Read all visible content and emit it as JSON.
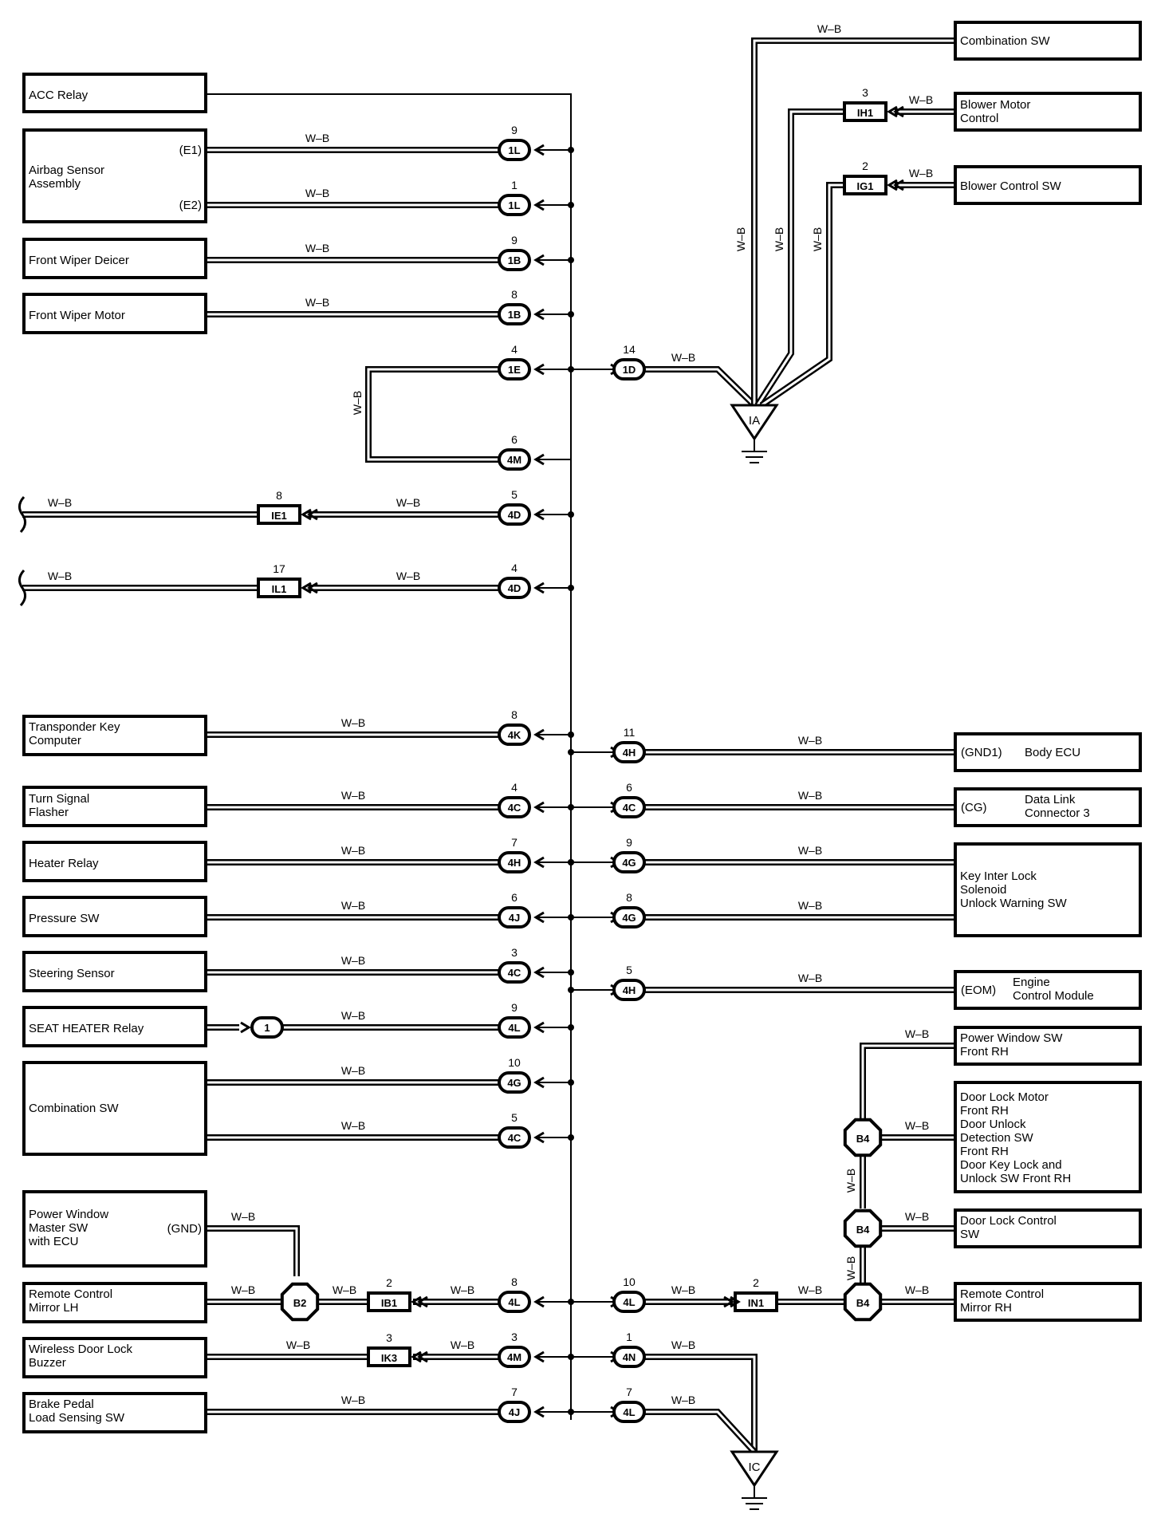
{
  "wire_color": "W–B",
  "boxes": [
    {
      "id": "acc_relay",
      "lines": [
        "ACC Relay"
      ]
    },
    {
      "id": "airbag",
      "lines": [
        "Airbag Sensor",
        "Assembly"
      ]
    },
    {
      "id": "fw_deicer",
      "lines": [
        "Front Wiper Deicer"
      ]
    },
    {
      "id": "fw_motor",
      "lines": [
        "Front Wiper Motor"
      ]
    },
    {
      "id": "transponder",
      "lines": [
        "Transponder Key",
        "Computer"
      ]
    },
    {
      "id": "turn_signal",
      "lines": [
        "Turn Signal",
        "Flasher"
      ]
    },
    {
      "id": "heater_relay",
      "lines": [
        "Heater Relay"
      ]
    },
    {
      "id": "pressure_sw",
      "lines": [
        "Pressure SW"
      ]
    },
    {
      "id": "steering_sensor",
      "lines": [
        "Steering Sensor"
      ]
    },
    {
      "id": "seat_heater",
      "lines": [
        "SEAT HEATER Relay"
      ]
    },
    {
      "id": "combination_left",
      "lines": [
        "Combination SW"
      ]
    },
    {
      "id": "pw_master",
      "lines": [
        "Power Window",
        "Master SW",
        "with ECU"
      ]
    },
    {
      "id": "rc_mirror_lh",
      "lines": [
        "Remote Control",
        "Mirror LH"
      ]
    },
    {
      "id": "wireless_buzzer",
      "lines": [
        "Wireless Door Lock",
        "Buzzer"
      ]
    },
    {
      "id": "brake_pedal",
      "lines": [
        "Brake Pedal",
        "Load Sensing SW"
      ]
    },
    {
      "id": "combination_right",
      "lines": [
        "Combination SW"
      ]
    },
    {
      "id": "blower_motor",
      "lines": [
        "Blower Motor",
        "Control"
      ]
    },
    {
      "id": "blower_sw",
      "lines": [
        "Blower Control SW"
      ]
    },
    {
      "id": "body_ecu",
      "lines": [
        "Body ECU"
      ]
    },
    {
      "id": "dlc3",
      "lines": [
        "Data Link",
        "Connector 3"
      ]
    },
    {
      "id": "key_interlock",
      "lines": [
        "Key Inter Lock",
        "Solenoid",
        "Unlock Warning SW"
      ]
    },
    {
      "id": "ecm",
      "lines": [
        "Engine",
        "Control Module"
      ]
    },
    {
      "id": "pw_front_rh",
      "lines": [
        "Power Window SW",
        "Front RH"
      ]
    },
    {
      "id": "door_lock_motor",
      "lines": [
        "Door Lock Motor",
        "Front RH",
        "Door Unlock",
        "Detection SW",
        "Front RH",
        "Door Key Lock and",
        "Unlock SW Front RH"
      ]
    },
    {
      "id": "door_lock_ctrl",
      "lines": [
        "Door Lock Control",
        "SW"
      ]
    },
    {
      "id": "rc_mirror_rh",
      "lines": [
        "Remote Control",
        "Mirror RH"
      ]
    }
  ],
  "pin_labels": [
    "(E1)",
    "(E2)",
    "(GND)",
    "(GND1)",
    "(CG)",
    "(EOM)"
  ],
  "connectors": [
    {
      "code": "1L",
      "pin": "9"
    },
    {
      "code": "1L",
      "pin": "1"
    },
    {
      "code": "1B",
      "pin": "9"
    },
    {
      "code": "1B",
      "pin": "8"
    },
    {
      "code": "1E",
      "pin": "4"
    },
    {
      "code": "4M",
      "pin": "6"
    },
    {
      "code": "4D",
      "pin": "5"
    },
    {
      "code": "4D",
      "pin": "4"
    },
    {
      "code": "4K",
      "pin": "8"
    },
    {
      "code": "4C",
      "pin": "4"
    },
    {
      "code": "4H",
      "pin": "7"
    },
    {
      "code": "4J",
      "pin": "6"
    },
    {
      "code": "4C",
      "pin": "3"
    },
    {
      "code": "4L",
      "pin": "9"
    },
    {
      "code": "4G",
      "pin": "10"
    },
    {
      "code": "4C",
      "pin": "5"
    },
    {
      "code": "4L",
      "pin": "8"
    },
    {
      "code": "4M",
      "pin": "3"
    },
    {
      "code": "4J",
      "pin": "7"
    },
    {
      "code": "1D",
      "pin": "14"
    },
    {
      "code": "4H",
      "pin": "11"
    },
    {
      "code": "4C",
      "pin": "6"
    },
    {
      "code": "4G",
      "pin": "9"
    },
    {
      "code": "4G",
      "pin": "8"
    },
    {
      "code": "4H",
      "pin": "5"
    },
    {
      "code": "4L",
      "pin": "10"
    },
    {
      "code": "4N",
      "pin": "1"
    },
    {
      "code": "4L",
      "pin": "7"
    },
    {
      "code": "1",
      "pin": ""
    }
  ],
  "junctions": [
    {
      "code": "IE1",
      "pin": "8"
    },
    {
      "code": "IL1",
      "pin": "17"
    },
    {
      "code": "IB1",
      "pin": "2"
    },
    {
      "code": "IK3",
      "pin": "3"
    },
    {
      "code": "IH1",
      "pin": "3"
    },
    {
      "code": "IG1",
      "pin": "2"
    },
    {
      "code": "IN1",
      "pin": "2"
    }
  ],
  "splices": [
    "B2",
    "B4",
    "B4",
    "B4"
  ],
  "grounds": [
    "IA",
    "IC"
  ]
}
